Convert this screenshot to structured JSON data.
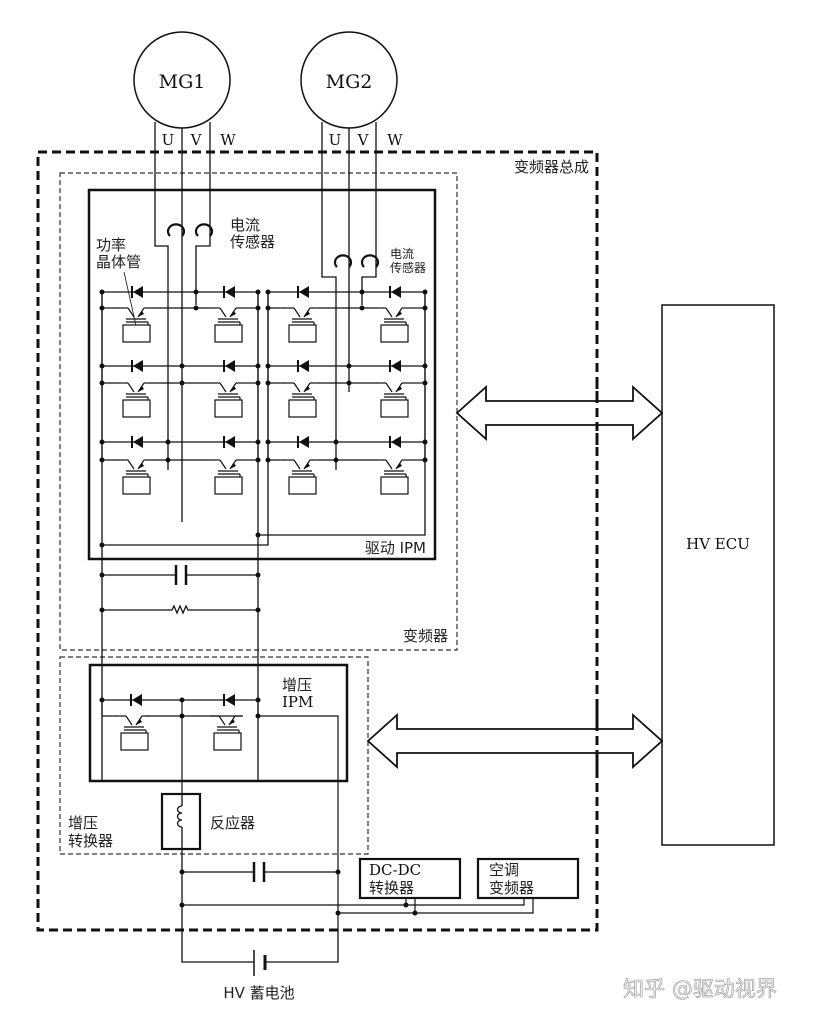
{
  "diagram": {
    "title": "变频器总成",
    "motors": [
      {
        "id": "mg1",
        "label": "MG1",
        "phases": [
          "U",
          "V",
          "W"
        ]
      },
      {
        "id": "mg2",
        "label": "MG2",
        "phases": [
          "U",
          "V",
          "W"
        ]
      }
    ],
    "labels": {
      "inverter_assembly": "变频器总成",
      "inverter": "变频器",
      "drive_ipm": "驱动 IPM",
      "current_sensor_1_line1": "电流",
      "current_sensor_1_line2": "传感器",
      "current_sensor_2_line1": "电流",
      "current_sensor_2_line2": "传感器",
      "power_transistor_line1": "功率",
      "power_transistor_line2": "晶体管",
      "boost_ipm_line1": "增压",
      "boost_ipm_line2": "IPM",
      "boost_converter_line1": "增压",
      "boost_converter_line2": "转换器",
      "reactor": "反应器",
      "dcdc_line1": "DC-DC",
      "dcdc_line2": "转换器",
      "ac_inverter_line1": "空调",
      "ac_inverter_line2": "变频器",
      "hv_ecu": "HV ECU",
      "hv_battery": "HV 蓄电池"
    },
    "watermark": "知乎 @驱动视界"
  }
}
